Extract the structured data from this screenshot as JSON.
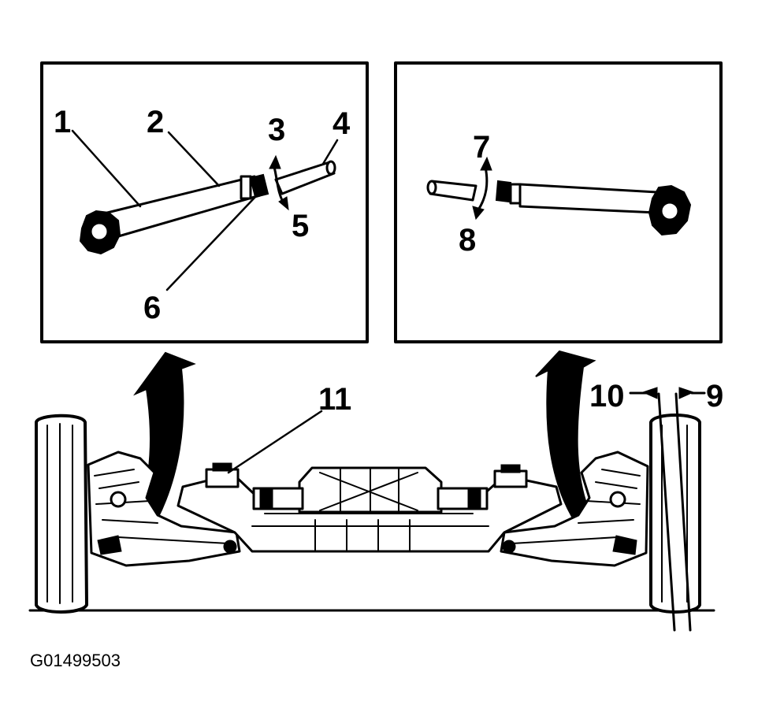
{
  "callouts": [
    "1",
    "2",
    "3",
    "4",
    "5",
    "6",
    "7",
    "8",
    "9",
    "10",
    "11"
  ],
  "figure_id": "G01499503"
}
